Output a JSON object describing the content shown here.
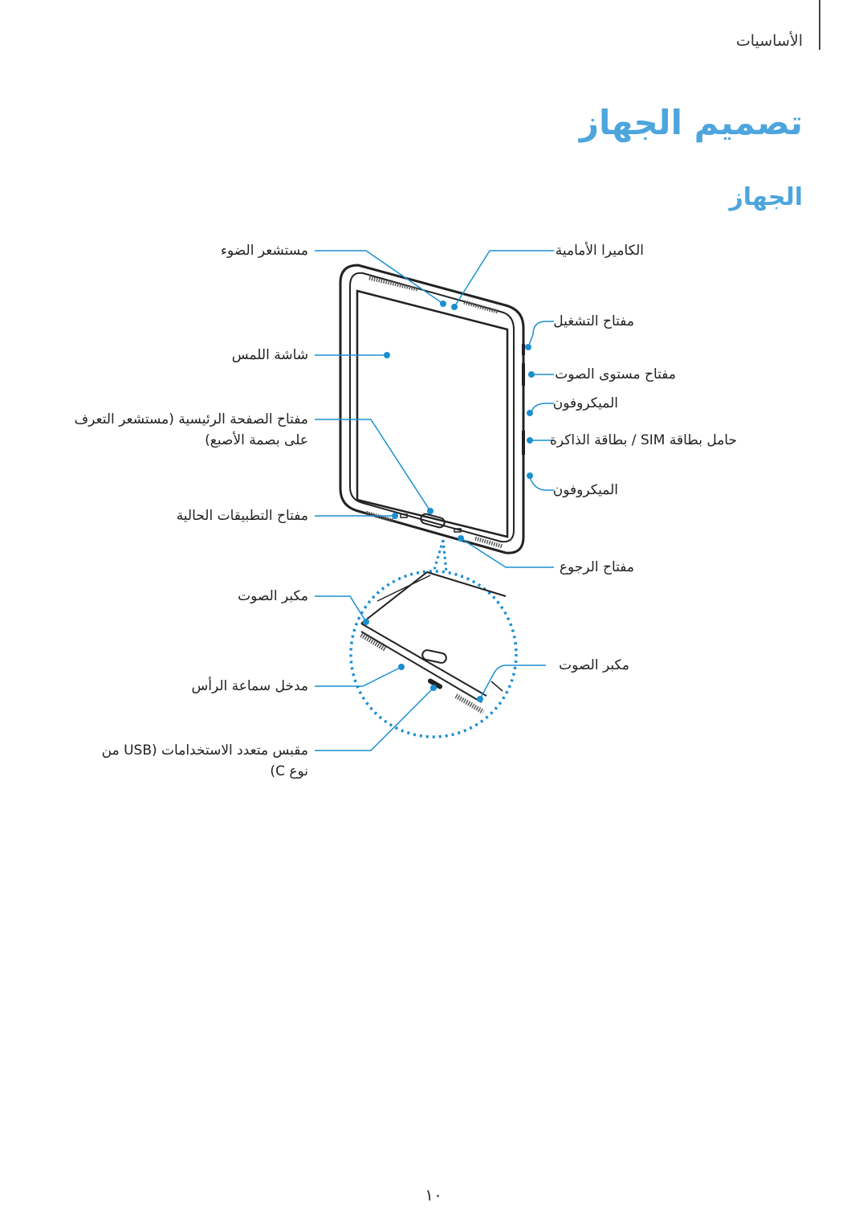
{
  "header": {
    "section": "الأساسيات"
  },
  "page": {
    "title": "تصميم الجهاز",
    "subtitle": "الجهاز",
    "number": "١٠"
  },
  "labels": {
    "light_sensor": "مستشعر الضوء",
    "touch_screen": "شاشة اللمس",
    "home_key_line1": "مفتاح الصفحة الرئيسية (مستشعر التعرف",
    "home_key_line2": "على بصمة الأصبع)",
    "recent_apps": "مفتاح التطبيقات الحالية",
    "connector_left": "مكبر الصوت",
    "headset_jack": "مدخل سماعة الرأس",
    "usb_line1": "مقبس متعدد الاستخدامات (USB من",
    "usb_line2": "نوع C)",
    "front_camera": "الكاميرا الأمامية",
    "power_key": "مفتاح التشغيل",
    "volume_key": "مفتاح مستوى الصوت",
    "mic_top": "الميكروفون",
    "sim_tray": "حامل بطاقة SIM / بطاقة الذاكرة",
    "mic_bottom": "الميكروفون",
    "back_key": "مفتاح الرجوع",
    "speaker_right": "مكبر الصوت"
  },
  "colors": {
    "accent": "#4da5dd",
    "callout": "#1a8fd1",
    "device": "#222222"
  }
}
